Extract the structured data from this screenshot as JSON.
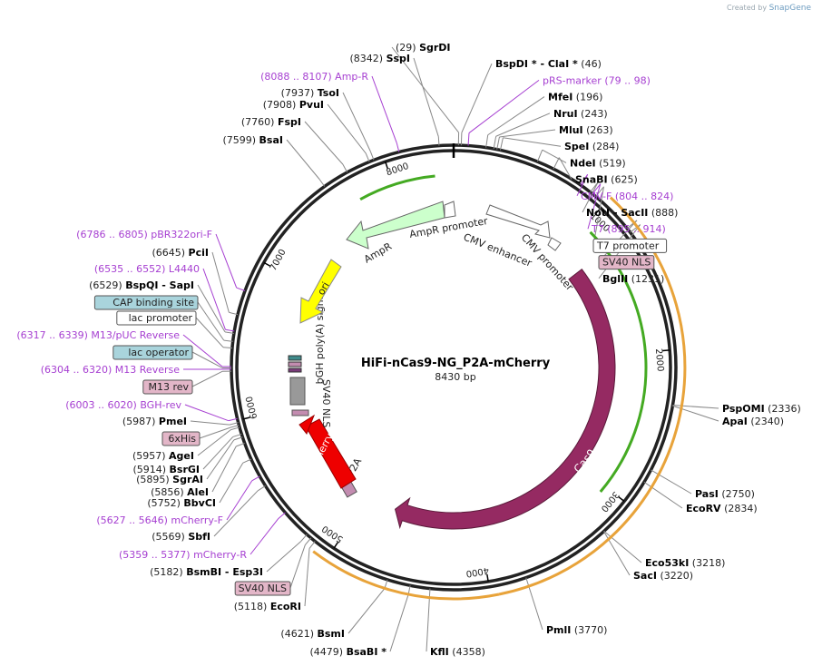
{
  "credit": {
    "prefix": "Created by",
    "brand": "SnapGene"
  },
  "plasmid": {
    "name": "HiFi-nCas9-NG_P2A-mCherry",
    "size_label": "8430 bp",
    "length": 8430
  },
  "ring_ticks": [
    "1000",
    "2000",
    "3000",
    "4000",
    "5000",
    "6000",
    "7000",
    "8000"
  ],
  "sites_right": [
    {
      "pos": "(29)",
      "name": "SgrDI",
      "bp": 29
    },
    {
      "pos": "",
      "name": "BspDI * - ClaI *",
      "suffix": "(46)",
      "bp": 46
    },
    {
      "primer": "pRS-marker",
      "range": "(79 .. 98)",
      "bp": 88
    },
    {
      "name": "MfeI",
      "suffix": "(196)",
      "bp": 196
    },
    {
      "name": "NruI",
      "suffix": "(243)",
      "bp": 243
    },
    {
      "name": "MluI",
      "suffix": "(263)",
      "bp": 263
    },
    {
      "name": "SpeI",
      "suffix": "(284)",
      "bp": 284
    },
    {
      "name": "NdeI",
      "suffix": "(519)",
      "bp": 519
    },
    {
      "name": "SnaBI",
      "suffix": "(625)",
      "bp": 625
    },
    {
      "primer": "CMV-F",
      "range": "(804 .. 824)",
      "bp": 814
    },
    {
      "name": "NotI - SacII",
      "suffix": "(888)",
      "bp": 888
    },
    {
      "primer": "T7",
      "range": "(895 .. 914)",
      "bp": 905
    },
    {
      "feature": "T7 promoter",
      "bp": 930
    },
    {
      "feature": "SV40 NLS",
      "bp": 1200
    },
    {
      "name": "BglII",
      "suffix": "(1231)",
      "bp": 1231
    },
    {
      "name": "PspOMI",
      "suffix": "(2336)",
      "bp": 2336
    },
    {
      "name": "ApaI",
      "suffix": "(2340)",
      "bp": 2340
    },
    {
      "name": "PasI",
      "suffix": "(2750)",
      "bp": 2750
    },
    {
      "name": "EcoRV",
      "suffix": "(2834)",
      "bp": 2834
    },
    {
      "name": "Eco53kI",
      "suffix": "(3218)",
      "bp": 3218
    },
    {
      "name": "SacI",
      "suffix": "(3220)",
      "bp": 3220
    },
    {
      "name": "PmlI",
      "suffix": "(3770)",
      "bp": 3770
    },
    {
      "name": "KflI",
      "suffix": "(4358)",
      "bp": 4358
    }
  ],
  "sites_left": [
    {
      "pos": "(8342)",
      "name": "SspI",
      "bp": 8342
    },
    {
      "primer": "Amp-R",
      "range": "(8088 .. 8107)",
      "bp": 8097
    },
    {
      "pos": "(7937)",
      "name": "TsoI",
      "bp": 7937
    },
    {
      "pos": "(7908)",
      "name": "PvuI",
      "bp": 7908
    },
    {
      "pos": "(7760)",
      "name": "FspI",
      "bp": 7760
    },
    {
      "pos": "(7599)",
      "name": "BsaI",
      "bp": 7599
    },
    {
      "primer": "pBR322ori-F",
      "range": "(6786 .. 6805)",
      "bp": 6795
    },
    {
      "pos": "(6645)",
      "name": "PciI",
      "bp": 6645
    },
    {
      "primer": "L4440",
      "range": "(6535 .. 6552)",
      "bp": 6543
    },
    {
      "pos": "(6529)",
      "name": "BspQI - SapI",
      "bp": 6529
    },
    {
      "feature": "CAP binding site",
      "bp": 6480
    },
    {
      "feature": "lac promoter",
      "bp": 6440
    },
    {
      "primer": "M13/pUC Reverse",
      "range": "(6317 .. 6339)",
      "bp": 6328
    },
    {
      "feature": "lac operator",
      "bp": 6320
    },
    {
      "primer": "M13 Reverse",
      "range": "(6304 .. 6320)",
      "bp": 6312
    },
    {
      "feature": "M13 rev",
      "bp": 6300
    },
    {
      "primer": "BGH-rev",
      "range": "(6003 .. 6020)",
      "bp": 6011
    },
    {
      "pos": "(5987)",
      "name": "PmeI",
      "bp": 5987
    },
    {
      "feature": "6xHis",
      "bp": 5970
    },
    {
      "pos": "(5957)",
      "name": "AgeI",
      "bp": 5957
    },
    {
      "pos": "(5914)",
      "name": "BsrGI",
      "bp": 5914
    },
    {
      "pos": "(5895)",
      "name": "SgrAI",
      "bp": 5895
    },
    {
      "pos": "(5856)",
      "name": "AleI",
      "bp": 5856
    },
    {
      "pos": "(5752)",
      "name": "BbvCI",
      "bp": 5752
    },
    {
      "primer": "mCherry-F",
      "range": "(5627 .. 5646)",
      "bp": 5636
    },
    {
      "pos": "(5569)",
      "name": "SbfI",
      "bp": 5569
    },
    {
      "primer": "mCherry-R",
      "range": "(5359 .. 5377)",
      "bp": 5368
    },
    {
      "pos": "(5182)",
      "name": "BsmBI - Esp3I",
      "bp": 5182
    },
    {
      "feature": "SV40 NLS",
      "bp": 5150
    },
    {
      "pos": "(5118)",
      "name": "EcoRI",
      "bp": 5118
    },
    {
      "pos": "(4621)",
      "name": "BsmI",
      "bp": 4621
    },
    {
      "pos": "(4479)",
      "name": "BsaBI *",
      "bp": 4479
    }
  ],
  "features": {
    "cas9": "Cas9",
    "mcherry": "mCherry",
    "p2a": "P2A",
    "sv40_nls": "SV40 NLS",
    "bgh": "bGH poly(A) signal",
    "ori": "ori",
    "ampr": "AmpR",
    "ampr_promoter": "AmpR promoter",
    "cmv_enhancer": "CMV enhancer",
    "cmv_promoter": "CMV promoter"
  },
  "colors": {
    "cas9": "#952a62",
    "mcherry": "#ee0000",
    "ori": "#ffff00",
    "ampr": "#ccffcc",
    "orange_ring": "#e8a33a",
    "green_ring": "#44aa22",
    "primer": "#a63fd1"
  }
}
